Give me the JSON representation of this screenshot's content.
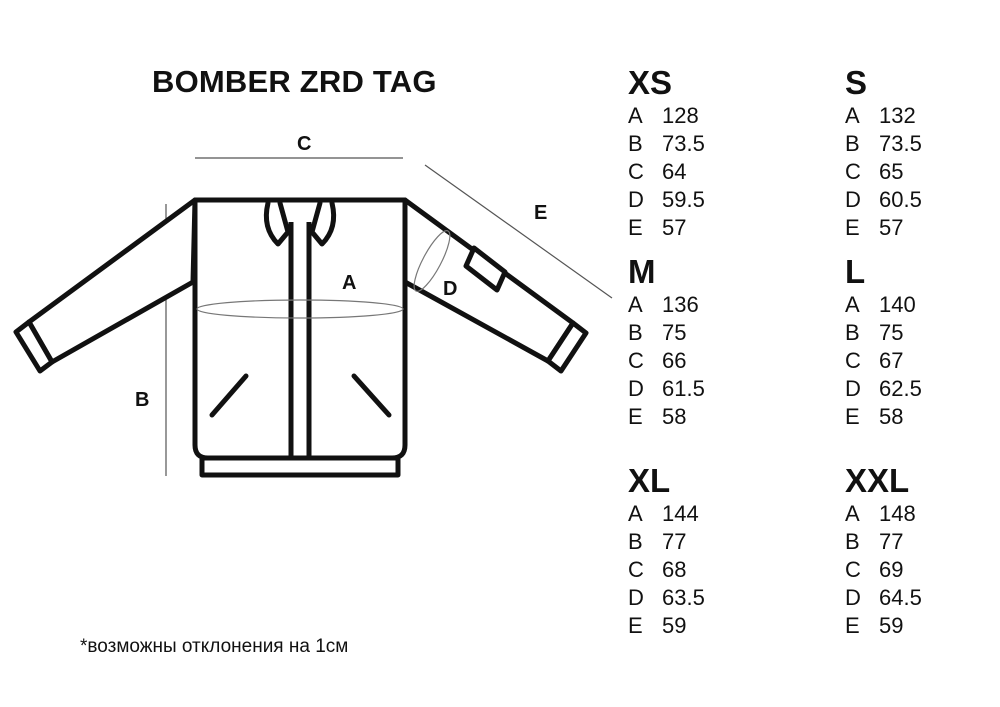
{
  "title": "BOMBER ZRD TAG",
  "diagram": {
    "labels": {
      "a": "A",
      "b": "B",
      "c": "C",
      "d": "D",
      "e": "E"
    }
  },
  "sizes": [
    {
      "name": "XS",
      "rows": [
        {
          "k": "A",
          "v": "128"
        },
        {
          "k": "B",
          "v": "73.5"
        },
        {
          "k": "C",
          "v": "64"
        },
        {
          "k": "D",
          "v": "59.5"
        },
        {
          "k": "E",
          "v": "57"
        }
      ]
    },
    {
      "name": "S",
      "rows": [
        {
          "k": "A",
          "v": "132"
        },
        {
          "k": "B",
          "v": "73.5"
        },
        {
          "k": "C",
          "v": "65"
        },
        {
          "k": "D",
          "v": "60.5"
        },
        {
          "k": "E",
          "v": "57"
        }
      ]
    },
    {
      "name": "M",
      "rows": [
        {
          "k": "A",
          "v": "136"
        },
        {
          "k": "B",
          "v": "75"
        },
        {
          "k": "C",
          "v": "66"
        },
        {
          "k": "D",
          "v": "61.5"
        },
        {
          "k": "E",
          "v": "58"
        }
      ]
    },
    {
      "name": "L",
      "rows": [
        {
          "k": "A",
          "v": "140"
        },
        {
          "k": "B",
          "v": "75"
        },
        {
          "k": "C",
          "v": "67"
        },
        {
          "k": "D",
          "v": "62.5"
        },
        {
          "k": "E",
          "v": "58"
        }
      ]
    },
    {
      "name": "XL",
      "rows": [
        {
          "k": "A",
          "v": "144"
        },
        {
          "k": "B",
          "v": "77"
        },
        {
          "k": "C",
          "v": "68"
        },
        {
          "k": "D",
          "v": "63.5"
        },
        {
          "k": "E",
          "v": "59"
        }
      ]
    },
    {
      "name": "XXL",
      "rows": [
        {
          "k": "A",
          "v": "148"
        },
        {
          "k": "B",
          "v": "77"
        },
        {
          "k": "C",
          "v": "69"
        },
        {
          "k": "D",
          "v": "64.5"
        },
        {
          "k": "E",
          "v": "59"
        }
      ]
    }
  ],
  "note": "*возможны отклонения на 1см"
}
